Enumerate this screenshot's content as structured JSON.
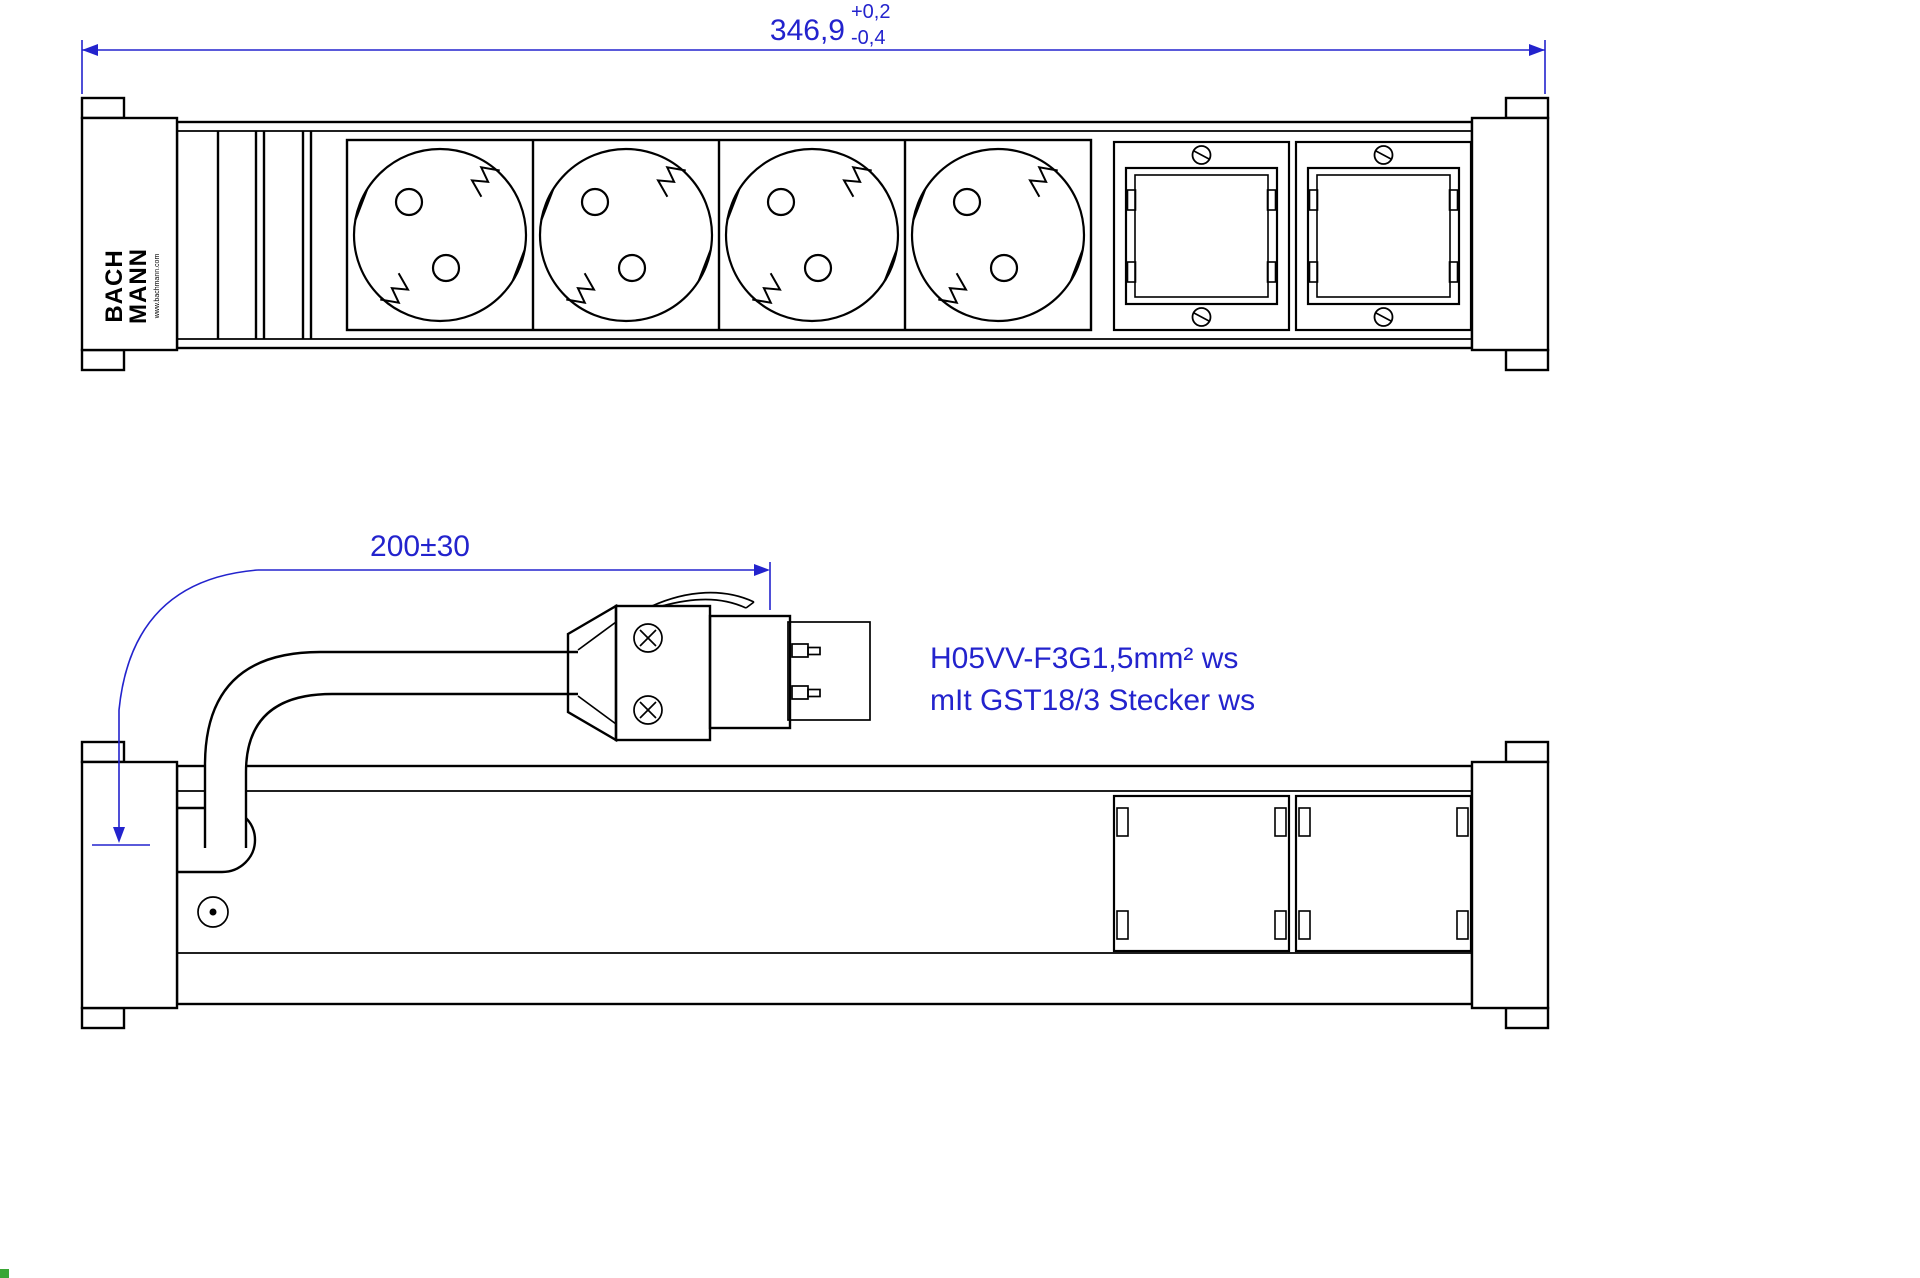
{
  "colors": {
    "line": "#000000",
    "dimension": "#2323cd",
    "background": "#ffffff",
    "corner_mark": "#3aa635"
  },
  "front_view": {
    "brand": {
      "line1": "BACH",
      "line2": "MANN",
      "url": "www.bachmann.com"
    },
    "overall_dimension": {
      "value": "346,9",
      "tolerance_plus": "+0,2",
      "tolerance_minus": "-0,4"
    },
    "sockets_count": 4,
    "module_slots_count": 2
  },
  "bottom_view": {
    "cable_dimension": {
      "value": "200±30"
    },
    "cable_note": {
      "line1": "H05VV-F3G1,5mm² ws",
      "line2": "mIt GST18/3  Stecker ws"
    }
  }
}
